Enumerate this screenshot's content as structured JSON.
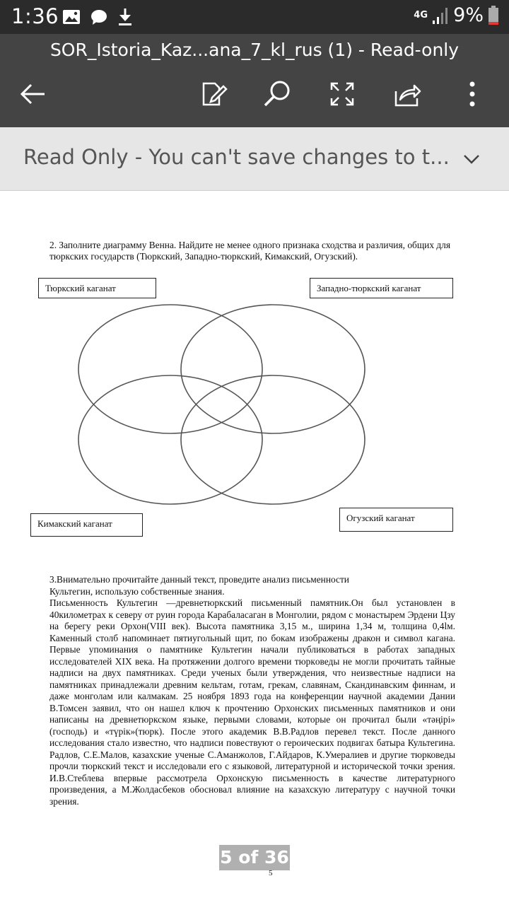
{
  "status": {
    "time": "1:36",
    "network": "4G",
    "battery": "9%"
  },
  "app": {
    "title": "SOR_Istoria_Kaz...ana_7_kl_rus (1) - Read-only",
    "icons": [
      "back-arrow-icon",
      "edit-icon",
      "search-icon",
      "fullscreen-icon",
      "share-icon",
      "more-vert-icon"
    ]
  },
  "banner": {
    "text": "Read Only - You can't save changes to t..."
  },
  "document": {
    "q2": "2. Заполните диаграмму Венна. Найдите не менее одного признака сходства и различия, общих для тюркских государств  (Тюркский, Западно-тюркский, Кимакский, Огузский).",
    "labels": {
      "turk": "Тюркский каганат",
      "west": "Западно-тюркский каганат",
      "kimak": "Кимакский каганат",
      "oguz": "Огузский каганат"
    },
    "q3_title_1": "3.Внимательно прочитайте данный текст, проведите анализ письменности",
    "q3_title_2": "Культегин, использую собственные знания.",
    "q3_body": "Письменность Культегин —древнетюркский письменный памятник.Он был установлен в 40километрах к северу от руин города Карабаласаган в Монголии, рядом с монастырем Эрдени Цзу на берегу реки Орхон(VIII век). Высота памятника 3,15 м., ширина 1,34 м, толщина 0,4lм. Каменный столб напоминает пятиугольный щит, по бокам изображены дракон и символ кагана. Первые упоминания о памятнике Культегин начали публиковаться в работах западных исследователей XIX века. На протяжении долгого времени тюркoведы не могли прочитать тайные надписи на двух памятниках. Среди ученых были утверждения, что неизвестные надписи на памятниках принадлежали древним кельтам, готам, грекам, славянам, Скандинавским финнам, и даже монголам или калмакам. 25 ноября 1893 года на конференции научной академии Дании В.Томсен заявил, что он нашел ключ к прочтению Орхонских письменных памятников и они написаны на древнетюркском языке, первыми словами, которые он прочитал были «тәңірі» (господь) и «түрік»(тюрк). После этого академик В.В.Радлов перевел текст. После данного исследования стало известно, что надписи повествуют о героических подвигах батыра Культегина. Радлов, С.Е.Малов, казахские ученые С.Аманжолов, Г.Айдаров, К.Умералиев и другие тюрковеды прочли тюркский текст и исследовали его с языковой, литературной и исторической точки зрения. И.В.Стеблева впервые рассмотрела Орхонскую письменность в качестве литературного произведения, а М.Жолдасбеков обосновал влияние на казахскую литературу с научной точки зрения.",
    "page_indicator": "5 of 36",
    "page_number": "5"
  }
}
